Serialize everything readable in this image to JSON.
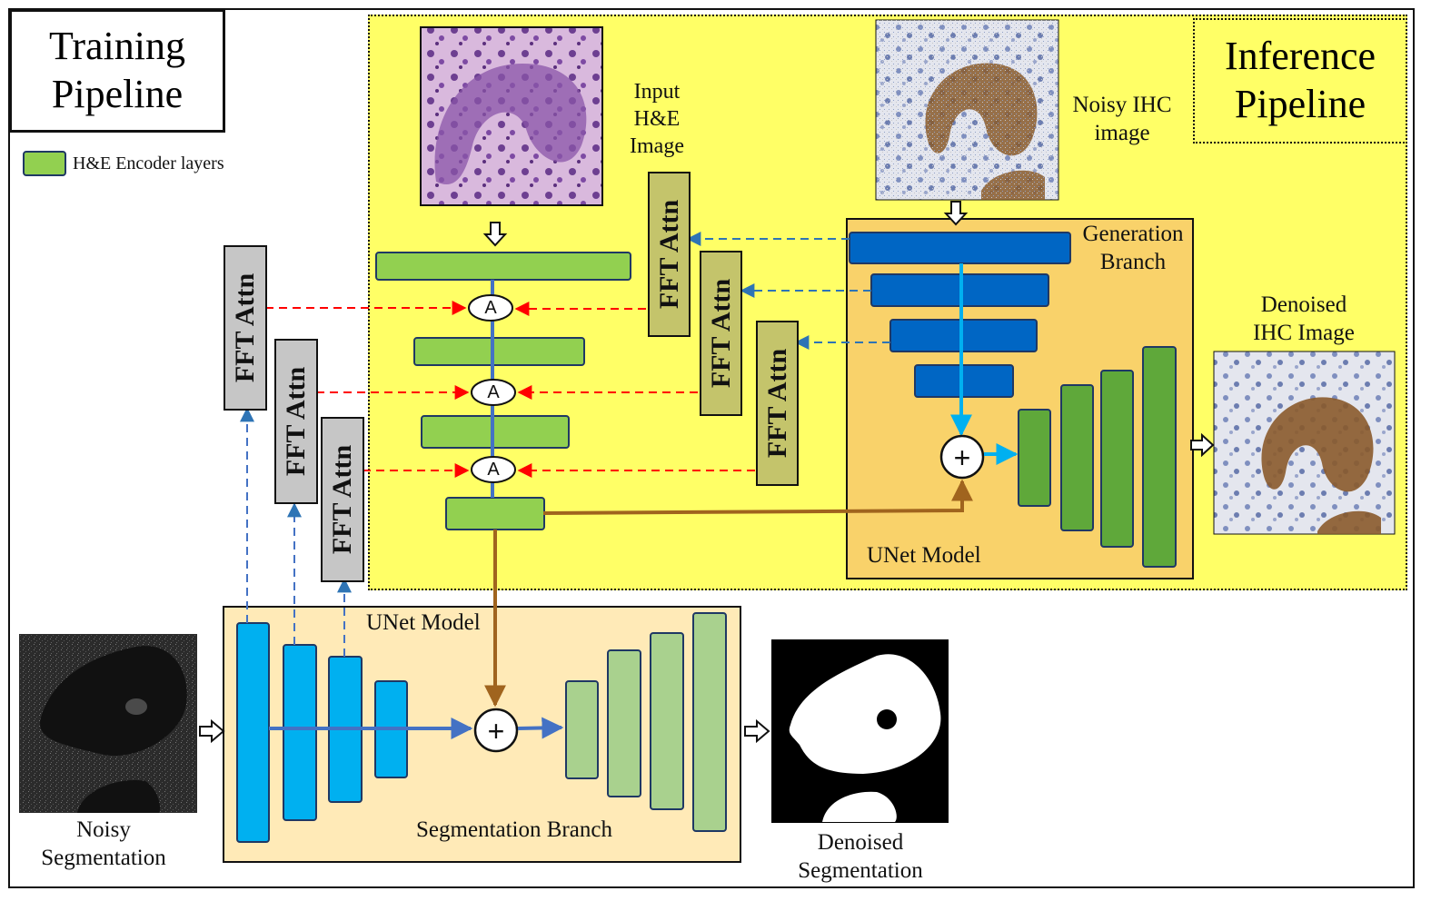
{
  "training_title": "Training\nPipeline",
  "inference_title": "Inference\nPipeline",
  "legend": {
    "label": "H&E Encoder layers",
    "color": "#92d050"
  },
  "fft_label": "FFT Attn",
  "attention_label": "A",
  "plus_label": "+",
  "labels": {
    "input_he": "Input\nH&E\nImage",
    "noisy_ihc": "Noisy IHC\nimage",
    "denoised_ihc": "Denoised\nIHC Image",
    "generation_branch": "Generation\nBranch",
    "unet_model_top": "UNet Model",
    "unet_model_bottom": "UNet Model",
    "segmentation_branch": "Segmentation Branch",
    "noisy_seg": "Noisy\nSegmentation",
    "denoised_seg": "Denoised\nSegmentation"
  },
  "colors": {
    "inference_bg": "#ffff66",
    "generation_bg": "#f9d26a",
    "segmentation_bg": "#ffeab7",
    "encoder_green": "#92d050",
    "decoder_green_dark": "#5fa83a",
    "decoder_green_light": "#a9d18e",
    "unet_dark_blue": "#0066c4",
    "unet_cyan": "#00b0f0",
    "fft_gray": "#c6c6c6",
    "fft_olive": "#c4c46b",
    "red_dashed": "#ff0000",
    "blue_dashed": "#2e74b5",
    "brown_arrow": "#a0641e"
  }
}
